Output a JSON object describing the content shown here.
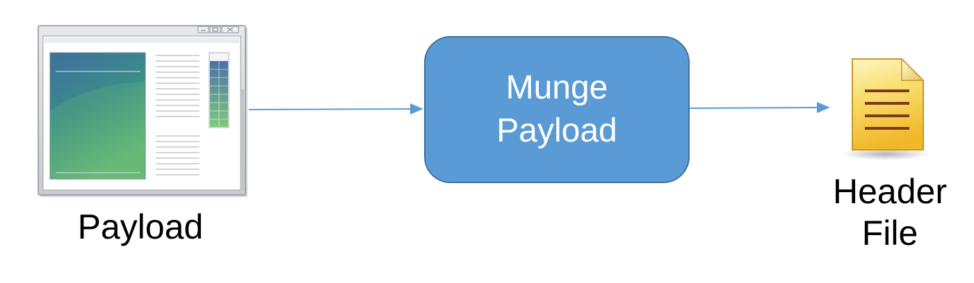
{
  "diagram": {
    "source_node": {
      "label": "Payload",
      "icon": "application-window-icon"
    },
    "process_node": {
      "line1": "Munge",
      "line2": "Payload"
    },
    "output_node": {
      "line1": "Header",
      "line2": "File",
      "icon": "document-icon"
    },
    "colors": {
      "box_fill": "#5b9bd5",
      "box_border": "#41719c",
      "arrow": "#5b9bd5",
      "document_fill": "#f5d04a",
      "document_lines": "#7a3b1b"
    }
  }
}
